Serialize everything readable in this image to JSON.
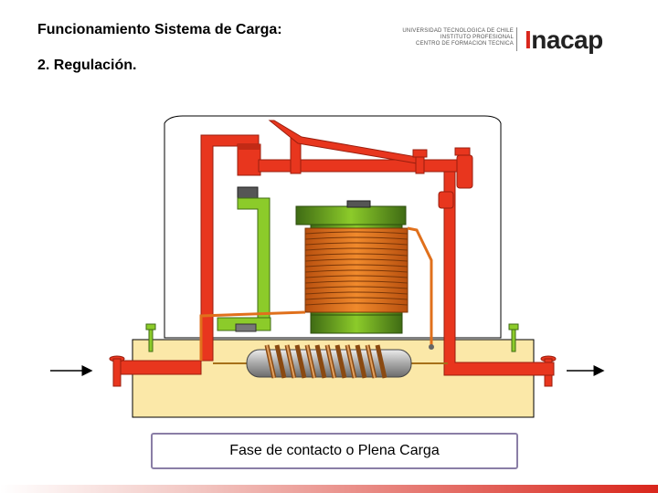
{
  "slide": {
    "title": "Funcionamiento Sistema de Carga:",
    "subtitle": "2. Regulación.",
    "caption": "Fase de contacto o Plena Carga"
  },
  "logo": {
    "lines": [
      "UNIVERSIDAD TECNOLOGICA DE CHILE",
      "INSTITUTO PROFESIONAL",
      "CENTRO DE FORMACION TECNICA"
    ],
    "brand_mark": "I",
    "brand_rest": "nacap",
    "brand_color": "#d9261c"
  },
  "colors": {
    "frame_red": "#e8361e",
    "coil_copper": "#e0701c",
    "armature_green": "#8ccb2a",
    "base_yellow": "#fbe8a8",
    "resistor_gray": "#a8a8a8"
  }
}
